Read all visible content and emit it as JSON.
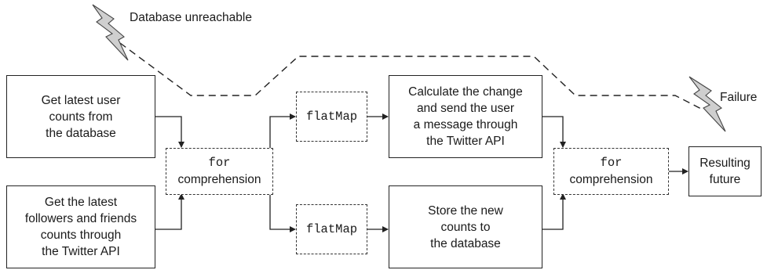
{
  "boxes": {
    "get_counts_db": "Get latest user\ncounts from\nthe database",
    "get_followers_api": "Get the latest\nfollowers and friends\ncounts through\nthe Twitter API",
    "for_comp_1_keyword": "for",
    "for_comp_1_text": "comprehension",
    "flatmap_top": "flatMap",
    "flatmap_bottom": "flatMap",
    "calc_change": "Calculate the change\nand send the user\na message through\nthe Twitter API",
    "store_counts": "Store the new\ncounts to\nthe database",
    "for_comp_2_keyword": "for",
    "for_comp_2_text": "comprehension",
    "resulting_future": "Resulting\nfuture"
  },
  "labels": {
    "database_unreachable": "Database\nunreachable",
    "failure": "Failure"
  },
  "icons": {
    "lightning_left": "lightning-bolt-icon",
    "lightning_right": "lightning-bolt-icon"
  },
  "colors": {
    "lightning_fill": "#cfcfcf",
    "line": "#222222"
  }
}
